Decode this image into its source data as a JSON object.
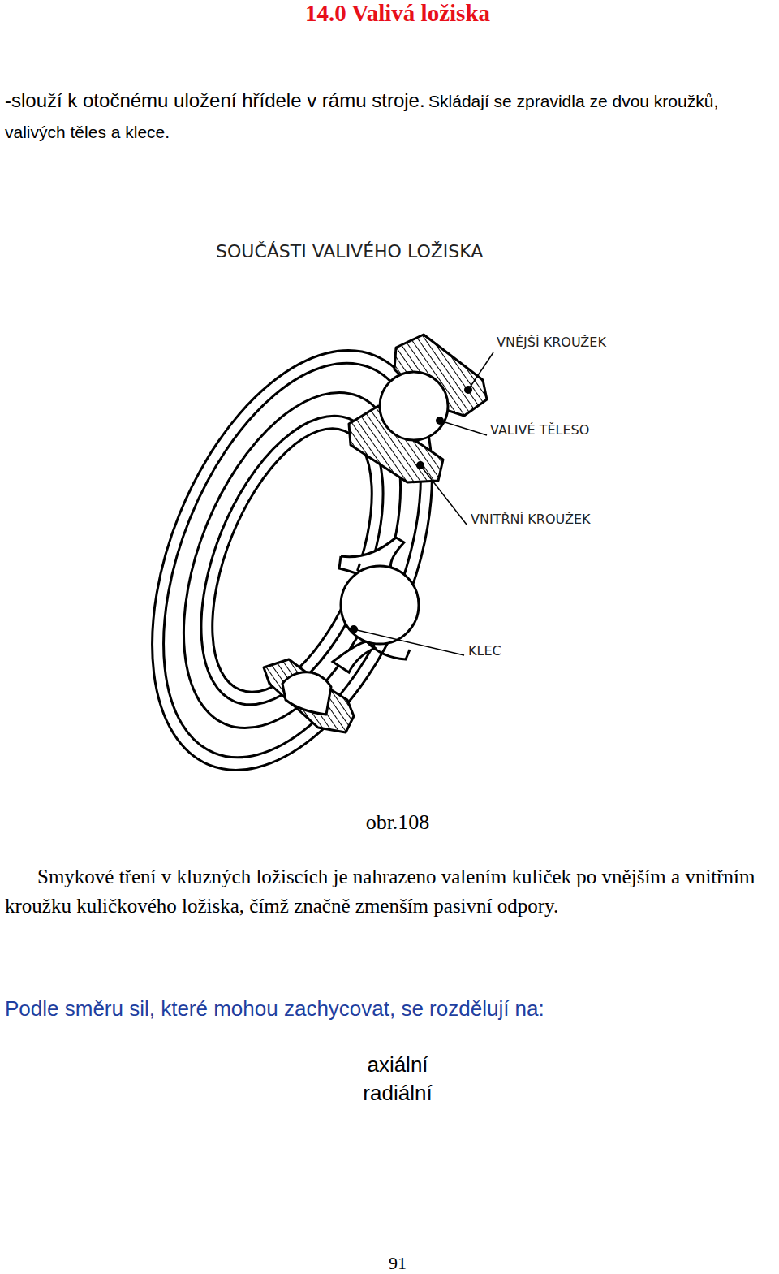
{
  "diagram": {
    "title": "14.0 Valivá ložiska",
    "caption": "obr.108",
    "labels": [
      "-slouží k otočnému uložení hřídele v rámu stroje.",
      "Skládají se zpravidla ze dvou kroužků, valivých těles a klece.",
      "SOUČÁSTI VALIVÉHO LOŽISKA",
      "VNĚJŠÍ KROUŽEK",
      "VALIVÉ TĚLESO",
      "VNITŘNÍ KROUŽEK",
      "KLEC",
      "Smykové tření v kluzných ložiscích je nahrazeno valením kuliček po vnějším a vnitřním kroužku kuličkového ložiska, čímž značně zmenším pasivní odpory.",
      "Podle směru sil, které mohou zachycovat, se rozdělují na:",
      "axiální",
      "radiální",
      "91"
    ]
  }
}
